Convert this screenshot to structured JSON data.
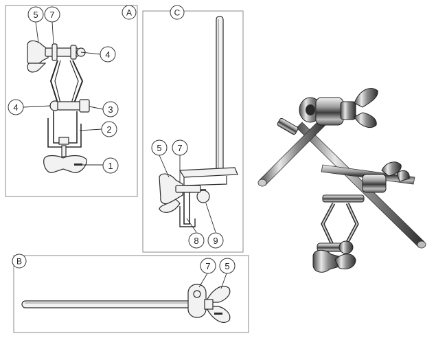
{
  "panels": {
    "A": {
      "letter": "A"
    },
    "B": {
      "letter": "B"
    },
    "C": {
      "letter": "C"
    }
  },
  "callouts": {
    "a_5": "5",
    "a_7": "7",
    "a_4_top": "4",
    "a_4_left": "4",
    "a_3": "3",
    "a_2": "2",
    "a_1": "1",
    "c_5": "5",
    "c_7": "7",
    "c_8": "8",
    "c_9": "9",
    "b_7": "7",
    "b_5": "5"
  },
  "colors": {
    "line": "#2a2a2a",
    "frame": "#888888",
    "part_fill": "#f2f2f2",
    "chrome_dark": "#3a3a3a",
    "chrome_mid": "#8a8a8a",
    "chrome_light": "#e6e6e6"
  }
}
